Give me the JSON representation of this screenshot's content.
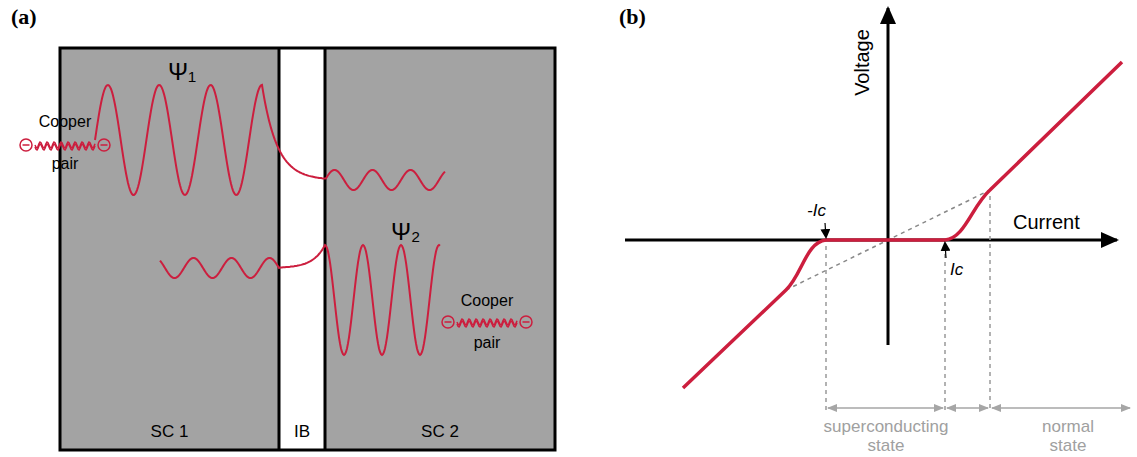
{
  "diagram": {
    "nodes": [
      {
        "text": [
          "SC 1"
        ]
      },
      {
        "text": [
          "IB"
        ]
      },
      {
        "text": [
          "SC 2"
        ]
      }
    ],
    "labels": [
      "(a)",
      "Ψ₁",
      "Cooper pair",
      "Ψ₂",
      "Cooper pair",
      "(b)",
      "Voltage",
      "Current",
      "-Ic",
      "Ic",
      "superconducting state",
      "normal state"
    ]
  }
}
